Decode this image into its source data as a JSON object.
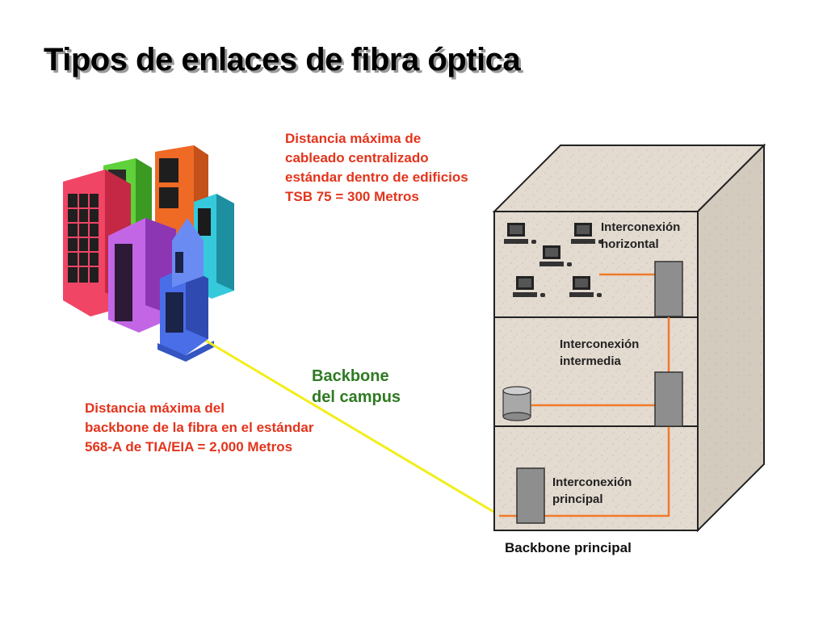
{
  "title": "Tipos de enlaces de fibra óptica",
  "centralized_note": [
    "Distancia máxima de",
    "cableado centralizado",
    "estándar dentro de edificios",
    "TSB 75 = 300 Metros"
  ],
  "backbone_campus_label": [
    "Backbone",
    "del campus"
  ],
  "campus_note": [
    "Distancia máxima del",
    "backbone de la fibra en el estándar",
    "568-A de TIA/EIA = 2,000 Metros"
  ],
  "building": {
    "horizontal": [
      "Interconexión",
      "horizontal"
    ],
    "intermediate": [
      "Interconexión",
      "intermedia"
    ],
    "main": [
      "Interconexión",
      "principal"
    ],
    "footer": "Backbone principal"
  },
  "colors": {
    "note_red": "#e3341c",
    "campus_green": "#2f7a22",
    "fiber_yellow": "#f2ee1a",
    "fiber_orange": "#f07a2a",
    "stone": "#e3dad0",
    "stone_side": "#d6cdc2"
  }
}
